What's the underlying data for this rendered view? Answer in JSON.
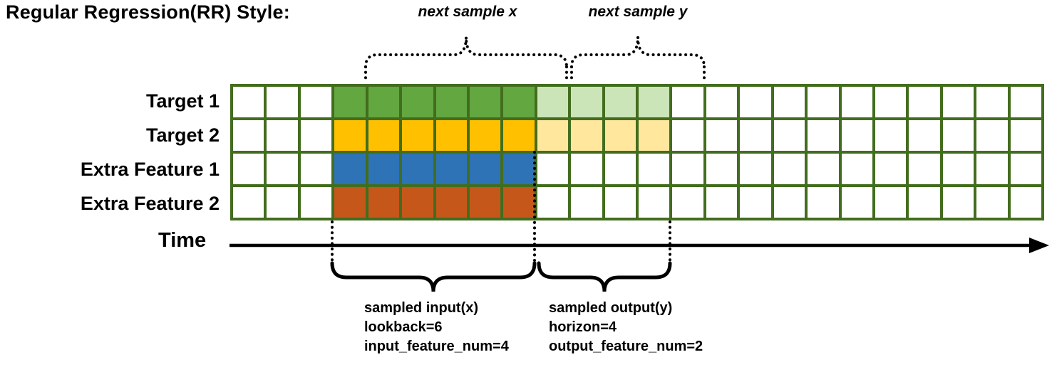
{
  "title": "Regular Regression(RR) Style:",
  "colors": {
    "grid_border": "#436d1e",
    "target1_solid": "#62a73f",
    "target1_light": "#cbe4b8",
    "target2_solid": "#ffc000",
    "target2_light": "#ffe79e",
    "extra1_solid": "#2d73b5",
    "extra2_solid": "#c5571a"
  },
  "grid": {
    "num_columns": 24,
    "input_start_col": 3,
    "input_cols": 6,
    "output_cols": 4,
    "rows": [
      {
        "label": "Target 1",
        "solid": "target1_solid",
        "light": "target1_light"
      },
      {
        "label": "Target 2",
        "solid": "target2_solid",
        "light": "target2_light"
      },
      {
        "label": "Extra Feature 1",
        "solid": "extra1_solid",
        "light": null
      },
      {
        "label": "Extra Feature 2",
        "solid": "extra2_solid",
        "light": null
      }
    ]
  },
  "annotations": {
    "next_sample_x": "next sample x",
    "next_sample_y": "next sample y",
    "time_label": "Time",
    "input_lines": [
      "sampled input(x)",
      "lookback=6",
      "input_feature_num=4"
    ],
    "output_lines": [
      "sampled output(y)",
      "horizon=4",
      "output_feature_num=2"
    ]
  }
}
